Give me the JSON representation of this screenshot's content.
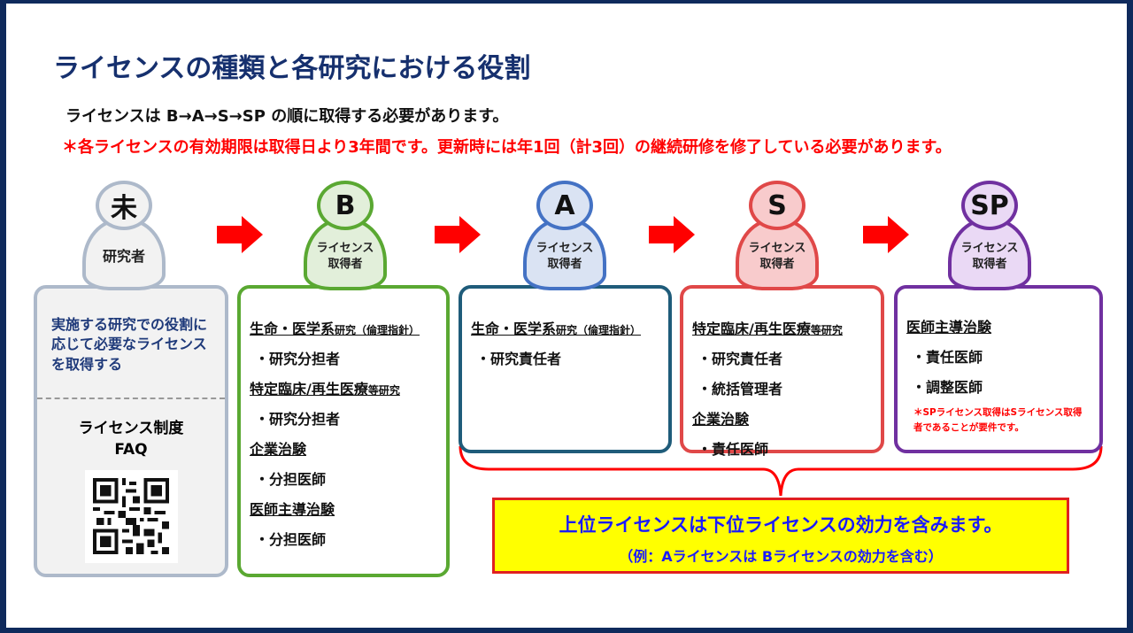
{
  "title": "ライセンスの種類と各研究における役割",
  "line1": "ライセンスは B→A→S→SP の順に取得する必要があります。",
  "line2": "＊各ライセンスの有効期限は取得日より3年間です。更新時には年1回（計3回）の継続研修を修了している必要があります。",
  "colors": {
    "navy": "#16306e",
    "red": "#ff0000",
    "green": "#5aa832",
    "blue": "#1f5c7a",
    "s": "#e04848",
    "sp": "#7030a0",
    "yellow": "#ffff00"
  },
  "mi": {
    "head": "未",
    "body": "研究者",
    "desc": "実施する研究での役割に応じて必要なライセンスを取得する",
    "faq": "ライセンス制度\nFAQ"
  },
  "b": {
    "head": "B",
    "body": "ライセンス\n取得者",
    "h1": "生命・医学系",
    "h1s": "研究（倫理指針）",
    "i1": "・研究分担者",
    "h2": "特定臨床/再生医療",
    "h2s": "等研究",
    "i2": "・研究分担者",
    "h3": "企業治験",
    "i3": "・分担医師",
    "h4": "医師主導治験",
    "i4": "・分担医師"
  },
  "a": {
    "head": "A",
    "body": "ライセンス\n取得者",
    "h1": "生命・医学系",
    "h1s": "研究（倫理指針）",
    "i1": "・研究責任者"
  },
  "s": {
    "head": "S",
    "body": "ライセンス\n取得者",
    "h1": "特定臨床/再生医療",
    "h1s": "等研究",
    "i1": "・研究責任者",
    "i2": "・統括管理者",
    "h2": "企業治験",
    "i3": "・責任医師"
  },
  "sp": {
    "head": "SP",
    "body": "ライセンス\n取得者",
    "h1": "医師主導治験",
    "i1": "・責任医師",
    "i2": "・調整医師",
    "note": "＊SPライセンス取得はSライセンス取得者であることが要件です。"
  },
  "callout": {
    "main": "上位ライセンスは下位ライセンスの効力を含みます。",
    "sub": "（例：Aライセンスは Bライセンスの効力を含む）"
  }
}
